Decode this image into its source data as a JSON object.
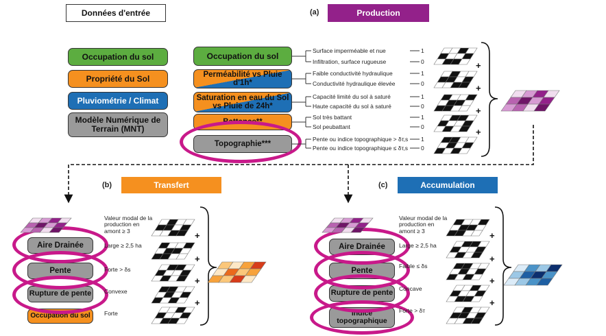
{
  "headers": {
    "inputs": "Données d'entrée",
    "production_tag": "(a)",
    "production": "Production",
    "transfer_tag": "(b)",
    "transfer": "Transfert",
    "accumulation_tag": "(c)",
    "accumulation": "Accumulation"
  },
  "inputs": [
    {
      "label": "Occupation du sol"
    },
    {
      "label": "Propriété du Sol"
    },
    {
      "label": "Pluviométrie / Climat"
    },
    {
      "label": "Modèle Numérique de Terrain (MNT)"
    }
  ],
  "production": {
    "factors": [
      {
        "label": "Occupation du sol"
      },
      {
        "label": "Perméabilité vs Pluie d'1h*"
      },
      {
        "label": "Saturation en eau du Sol vs Pluie de 24h*"
      },
      {
        "label": "Battance**"
      },
      {
        "label": "Topographie***"
      }
    ],
    "criteria": [
      {
        "a": "Surface imperméable et nue",
        "a_val": "1",
        "b": "Infiltration, surface rugueuse",
        "b_val": "0"
      },
      {
        "a": "Faible conductivité hydraulique",
        "a_val": "1",
        "b": "Conductivité hydraulique élevée",
        "b_val": "0"
      },
      {
        "a": "Capacité limité du sol à saturé",
        "a_val": "1",
        "b": "Haute capacité du sol à saturé",
        "b_val": "0"
      },
      {
        "a": "Sol très battant",
        "a_val": "1",
        "b": "Sol peubattant",
        "b_val": "0"
      },
      {
        "a": "Pente ou indice topographique > δт,s",
        "a_val": "1",
        "b": "Pente ou indice topographique ≤ δт,s",
        "b_val": "0"
      }
    ]
  },
  "transfer": {
    "factors": [
      {
        "label": "Aire Drainée"
      },
      {
        "label": "Pente"
      },
      {
        "label": "Rupture de pente"
      },
      {
        "label": "Occupation du sol"
      }
    ],
    "criteria": [
      {
        "text": "Valeur modal de la production en amont ≥ 3"
      },
      {
        "text": "Large ≥ 2,5 ha"
      },
      {
        "text": "Forte > δs"
      },
      {
        "text": "Convexe"
      },
      {
        "text": "Forte"
      }
    ]
  },
  "accumulation": {
    "factors": [
      {
        "label": "Aire Drainée"
      },
      {
        "label": "Pente"
      },
      {
        "label": "Rupture de pente"
      },
      {
        "label": "Indice topographique"
      }
    ],
    "criteria": [
      {
        "text": "Valeur modal de la production en amont ≥ 3"
      },
      {
        "text": "Large ≥ 2,5 ha"
      },
      {
        "text": "Faible ≤ δs"
      },
      {
        "text": "Concave"
      },
      {
        "text": "Forte > δт"
      }
    ]
  },
  "plus_sign": "+",
  "colors": {
    "green": "#5cad40",
    "orange": "#f5901f",
    "blue": "#1e6fb5",
    "grey": "#9a9a9a",
    "purple": "#93218a",
    "highlight": "#c8198a"
  }
}
